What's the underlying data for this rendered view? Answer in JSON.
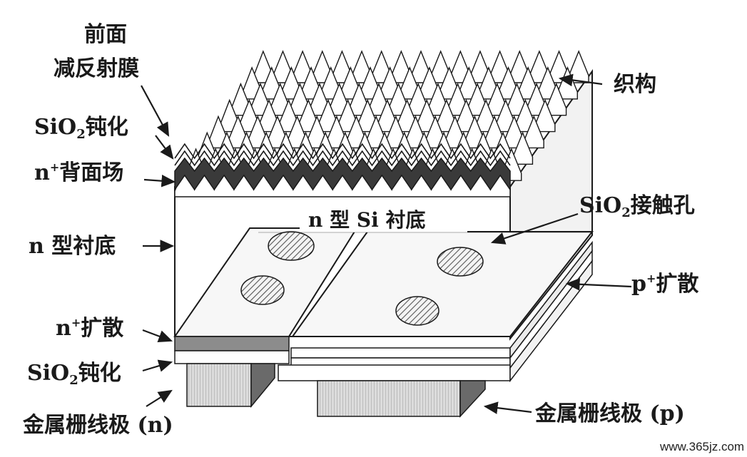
{
  "labels": {
    "front_arc_line1": "前面",
    "front_arc_line2": "减反射膜",
    "sio2_passivation_top_prefix": "SiO",
    "sio2_passivation_top_sub": "2",
    "sio2_passivation_top_suffix": "钝化",
    "n_plus_bsf_prefix": "n",
    "n_plus_bsf_sup": "+",
    "n_plus_bsf_suffix": "背面场",
    "n_type_substrate_left": "n 型衬底",
    "n_type_si_substrate_center": "n 型 Si 衬底",
    "texture": "织构",
    "sio2_contact_prefix": "SiO",
    "sio2_contact_sub": "2",
    "sio2_contact_suffix": "接触孔",
    "p_plus_diffusion_prefix": "p",
    "p_plus_diffusion_sup": "+",
    "p_plus_diffusion_suffix": "扩散",
    "n_plus_diffusion_prefix": "n",
    "n_plus_diffusion_sup": "+",
    "n_plus_diffusion_suffix": "扩散",
    "sio2_passivation_bottom_prefix": "SiO",
    "sio2_passivation_bottom_sub": "2",
    "sio2_passivation_bottom_suffix": "钝化",
    "metal_grid_n": "金属栅线极 (n)",
    "metal_grid_p": "金属栅线极 (p)"
  },
  "watermark": "www.365jz.com",
  "colors": {
    "ink": "#1a1a1a",
    "dark_texture": "#3a3a3a",
    "n_plus_band": "#8c8c8c",
    "hatch": "#555555",
    "electrode_fill": "#d9d9d9"
  }
}
